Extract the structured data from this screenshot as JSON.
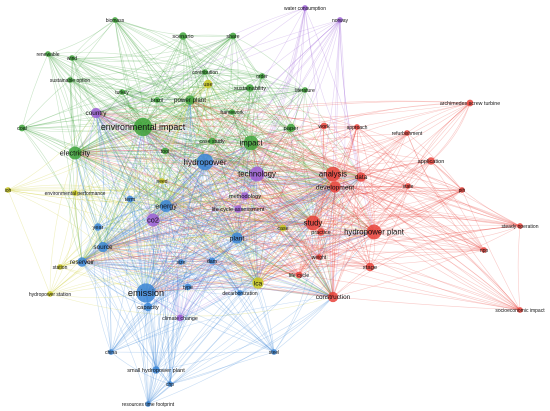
{
  "colors": {
    "green": "#3ea33a",
    "red": "#e8423a",
    "blue": "#3b86d6",
    "yellow": "#c9c820",
    "purple": "#9b5fd6"
  },
  "terms": [
    {
      "id": "water-consumption",
      "label": "water consumption",
      "cluster": "purple",
      "weight": 0.1
    },
    {
      "id": "norway",
      "label": "norway",
      "cluster": "purple",
      "weight": 0.1
    },
    {
      "id": "biomass",
      "label": "biomass",
      "cluster": "green",
      "weight": 0.1
    },
    {
      "id": "scenario",
      "label": "scenario",
      "cluster": "green",
      "weight": 0.2
    },
    {
      "id": "share",
      "label": "share",
      "cluster": "green",
      "weight": 0.15
    },
    {
      "id": "renewable",
      "label": "renewable",
      "cluster": "green",
      "weight": 0.1
    },
    {
      "id": "wind",
      "label": "wind",
      "cluster": "green",
      "weight": 0.1
    },
    {
      "id": "sustainable-option",
      "label": "sustainable option",
      "cluster": "green",
      "weight": 0.1
    },
    {
      "id": "contribution",
      "label": "contribution",
      "cluster": "green",
      "weight": 0.1
    },
    {
      "id": "use",
      "label": "use",
      "cluster": "yellow",
      "weight": 0.25
    },
    {
      "id": "sustainability",
      "label": "sustainability",
      "cluster": "green",
      "weight": 0.2
    },
    {
      "id": "order",
      "label": "order",
      "cluster": "green",
      "weight": 0.1
    },
    {
      "id": "turkey",
      "label": "turkey",
      "cluster": "green",
      "weight": 0.1
    },
    {
      "id": "brazil",
      "label": "brazil",
      "cluster": "green",
      "weight": 0.1
    },
    {
      "id": "power-plant",
      "label": "power plant",
      "cluster": "green",
      "weight": 0.3
    },
    {
      "id": "literature",
      "label": "literature",
      "cluster": "green",
      "weight": 0.1
    },
    {
      "id": "country",
      "label": "country",
      "cluster": "purple",
      "weight": 0.35
    },
    {
      "id": "framework",
      "label": "framework",
      "cluster": "green",
      "weight": 0.1
    },
    {
      "id": "archimedes-screw-turbine",
      "label": "archimedes screw turbine",
      "cluster": "red",
      "weight": 0.15
    },
    {
      "id": "environmental-impact",
      "label": "environmental impact",
      "cluster": "green",
      "weight": 0.8
    },
    {
      "id": "coal",
      "label": "coal",
      "cluster": "green",
      "weight": 0.15
    },
    {
      "id": "electricity",
      "label": "electricity",
      "cluster": "green",
      "weight": 0.5
    },
    {
      "id": "case-study",
      "label": "case study",
      "cluster": "green",
      "weight": 0.15
    },
    {
      "id": "impact",
      "label": "impact",
      "cluster": "green",
      "weight": 0.6
    },
    {
      "id": "paper",
      "label": "paper",
      "cluster": "green",
      "weight": 0.25
    },
    {
      "id": "work",
      "label": "work",
      "cluster": "red",
      "weight": 0.15
    },
    {
      "id": "approach",
      "label": "approach",
      "cluster": "red",
      "weight": 0.1
    },
    {
      "id": "refurbishment",
      "label": "refurbishment",
      "cluster": "red",
      "weight": 0.1
    },
    {
      "id": "tool",
      "label": "tool",
      "cluster": "green",
      "weight": 0.15
    },
    {
      "id": "hydropower",
      "label": "hydropower",
      "cluster": "blue",
      "weight": 0.7
    },
    {
      "id": "technology",
      "label": "technology",
      "cluster": "purple",
      "weight": 0.6
    },
    {
      "id": "analysis",
      "label": "analysis",
      "cluster": "red",
      "weight": 0.6
    },
    {
      "id": "application",
      "label": "application",
      "cluster": "red",
      "weight": 0.2
    },
    {
      "id": "development",
      "label": "development",
      "cluster": "red",
      "weight": 0.4
    },
    {
      "id": "data",
      "label": "data",
      "cluster": "red",
      "weight": 0.3
    },
    {
      "id": "state",
      "label": "state",
      "cluster": "red",
      "weight": 0.1
    },
    {
      "id": "ioh",
      "label": "ioh",
      "cluster": "yellow",
      "weight": 0.1
    },
    {
      "id": "need",
      "label": "need",
      "cluster": "yellow",
      "weight": 0.1
    },
    {
      "id": "environmental-performance",
      "label": "environmental performance",
      "cluster": "yellow",
      "weight": 0.1
    },
    {
      "id": "term",
      "label": "term",
      "cluster": "blue",
      "weight": 0.15
    },
    {
      "id": "methodology",
      "label": "methodology",
      "cluster": "purple",
      "weight": 0.2
    },
    {
      "id": "pih",
      "label": "pih",
      "cluster": "red",
      "weight": 0.1
    },
    {
      "id": "energy",
      "label": "energy",
      "cluster": "blue",
      "weight": 0.45
    },
    {
      "id": "life-cycle-assessment",
      "label": "life cycle assessment",
      "cluster": "purple",
      "weight": 0.2
    },
    {
      "id": "steady-operation",
      "label": "steady operation",
      "cluster": "red",
      "weight": 0.1
    },
    {
      "id": "co2",
      "label": "co2",
      "cluster": "purple",
      "weight": 0.5
    },
    {
      "id": "year",
      "label": "year",
      "cluster": "blue",
      "weight": 0.2
    },
    {
      "id": "case",
      "label": "case",
      "cluster": "yellow",
      "weight": 0.15
    },
    {
      "id": "study",
      "label": "study",
      "cluster": "red",
      "weight": 0.6
    },
    {
      "id": "practice",
      "label": "practice",
      "cluster": "red",
      "weight": 0.2
    },
    {
      "id": "hydropower-plant",
      "label": "hydropower plant",
      "cluster": "red",
      "weight": 0.6
    },
    {
      "id": "plant",
      "label": "plant",
      "cluster": "blue",
      "weight": 0.4
    },
    {
      "id": "source",
      "label": "source",
      "cluster": "blue",
      "weight": 0.35
    },
    {
      "id": "reservoir",
      "label": "reservoir",
      "cluster": "blue",
      "weight": 0.3
    },
    {
      "id": "npp",
      "label": "npp",
      "cluster": "red",
      "weight": 0.1
    },
    {
      "id": "station",
      "label": "station",
      "cluster": "yellow",
      "weight": 0.1
    },
    {
      "id": "weight",
      "label": "weight",
      "cluster": "red",
      "weight": 0.1
    },
    {
      "id": "size",
      "label": "size",
      "cluster": "blue",
      "weight": 0.1
    },
    {
      "id": "dam",
      "label": "dam",
      "cluster": "blue",
      "weight": 0.15
    },
    {
      "id": "stage",
      "label": "stage",
      "cluster": "red",
      "weight": 0.25
    },
    {
      "id": "life-cycle",
      "label": "life cycle",
      "cluster": "red",
      "weight": 0.15
    },
    {
      "id": "lca",
      "label": "lca",
      "cluster": "yellow",
      "weight": 0.4
    },
    {
      "id": "hydropower-station",
      "label": "hydropower station",
      "cluster": "yellow",
      "weight": 0.1
    },
    {
      "id": "emission",
      "label": "emission",
      "cluster": "blue",
      "weight": 0.85
    },
    {
      "id": "type",
      "label": "type",
      "cluster": "blue",
      "weight": 0.15
    },
    {
      "id": "decarbonization",
      "label": "decarbonization",
      "cluster": "blue",
      "weight": 0.1
    },
    {
      "id": "construction",
      "label": "construction",
      "cluster": "red",
      "weight": 0.35
    },
    {
      "id": "capacity",
      "label": "capacity",
      "cluster": "blue",
      "weight": 0.25
    },
    {
      "id": "socioeconomic-impact",
      "label": "socioeconomic impact",
      "cluster": "red",
      "weight": 0.1
    },
    {
      "id": "climate-change",
      "label": "climate change",
      "cluster": "purple",
      "weight": 0.15
    },
    {
      "id": "china",
      "label": "china",
      "cluster": "blue",
      "weight": 0.1
    },
    {
      "id": "steel",
      "label": "steel",
      "cluster": "blue",
      "weight": 0.1
    },
    {
      "id": "small-hydropower-plant",
      "label": "small hydropower plant",
      "cluster": "blue",
      "weight": 0.2
    },
    {
      "id": "chp",
      "label": "chp",
      "cluster": "blue",
      "weight": 0.1
    },
    {
      "id": "resources-time-footprint",
      "label": "resources time footprint",
      "cluster": "blue",
      "weight": 0.1
    }
  ]
}
